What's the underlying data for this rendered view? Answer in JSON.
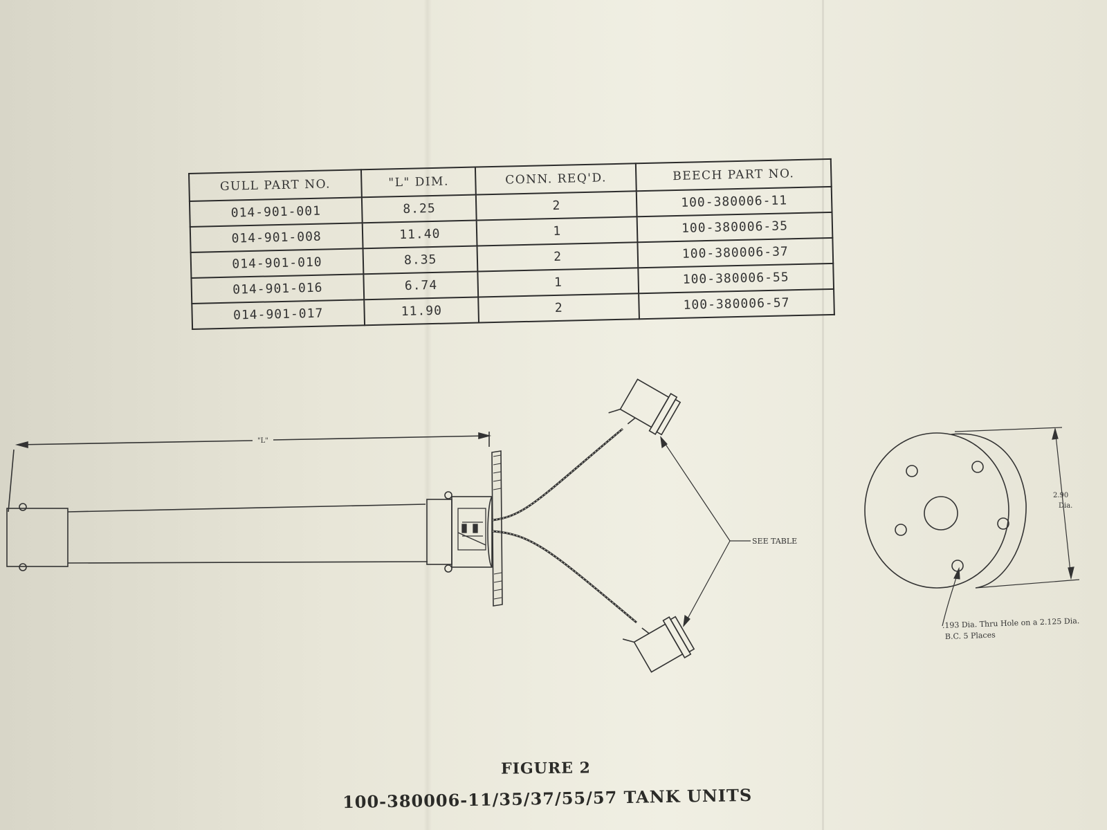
{
  "table": {
    "headers": [
      "GULL PART NO.",
      "\"L\" DIM.",
      "CONN. REQ'D.",
      "BEECH PART NO."
    ],
    "rows": [
      [
        "014-901-001",
        "8.25",
        "2",
        "100-380006-11"
      ],
      [
        "014-901-008",
        "11.40",
        "1",
        "100-380006-35"
      ],
      [
        "014-901-010",
        "8.35",
        "2",
        "100-380006-37"
      ],
      [
        "014-901-016",
        "6.74",
        "1",
        "100-380006-55"
      ],
      [
        "014-901-017",
        "11.90",
        "2",
        "100-380006-57"
      ]
    ]
  },
  "drawing": {
    "dim_label": "\"L\"",
    "see_table": "SEE TABLE",
    "flange_dia_value": "2.90",
    "flange_dia_unit": "Dia.",
    "hole_note_line1": ".193 Dia. Thru Hole on a 2.125 Dia.",
    "hole_note_line2": "B.C.  5 Places"
  },
  "caption": {
    "figure": "FIGURE 2",
    "title": "100-380006-11/35/37/55/57  TANK UNITS"
  }
}
